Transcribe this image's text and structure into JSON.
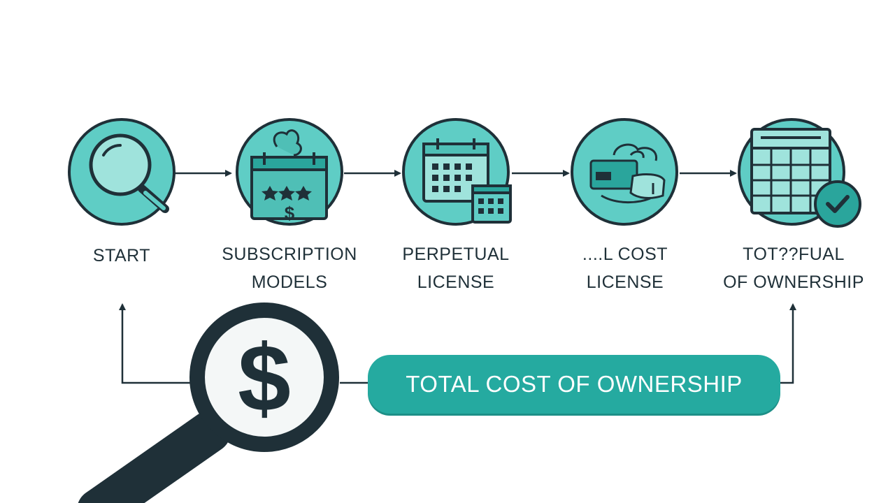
{
  "colors": {
    "teal_fill": "#5fcdc5",
    "teal_dark": "#25aaa0",
    "outline": "#1f3038",
    "pill_text": "#ffffff"
  },
  "steps": [
    {
      "icon": "magnifier-icon",
      "line1": "START",
      "line2": ""
    },
    {
      "icon": "calendar-dollar-icon",
      "line1": "SUBSCRIPTION",
      "line2": "MODELS"
    },
    {
      "icon": "calendar-icon",
      "line1": "PERPETUAL",
      "line2": "LICENSE"
    },
    {
      "icon": "card-cloud-icon",
      "line1": "....L COST",
      "line2": "LICENSE"
    },
    {
      "icon": "calendar-check-icon",
      "line1": "TOT??FUAL",
      "line2": "OF OWNERSHIP"
    }
  ],
  "tco_label": "TOTAL COST OF OWNERSHIP",
  "dollar_symbol": "$"
}
